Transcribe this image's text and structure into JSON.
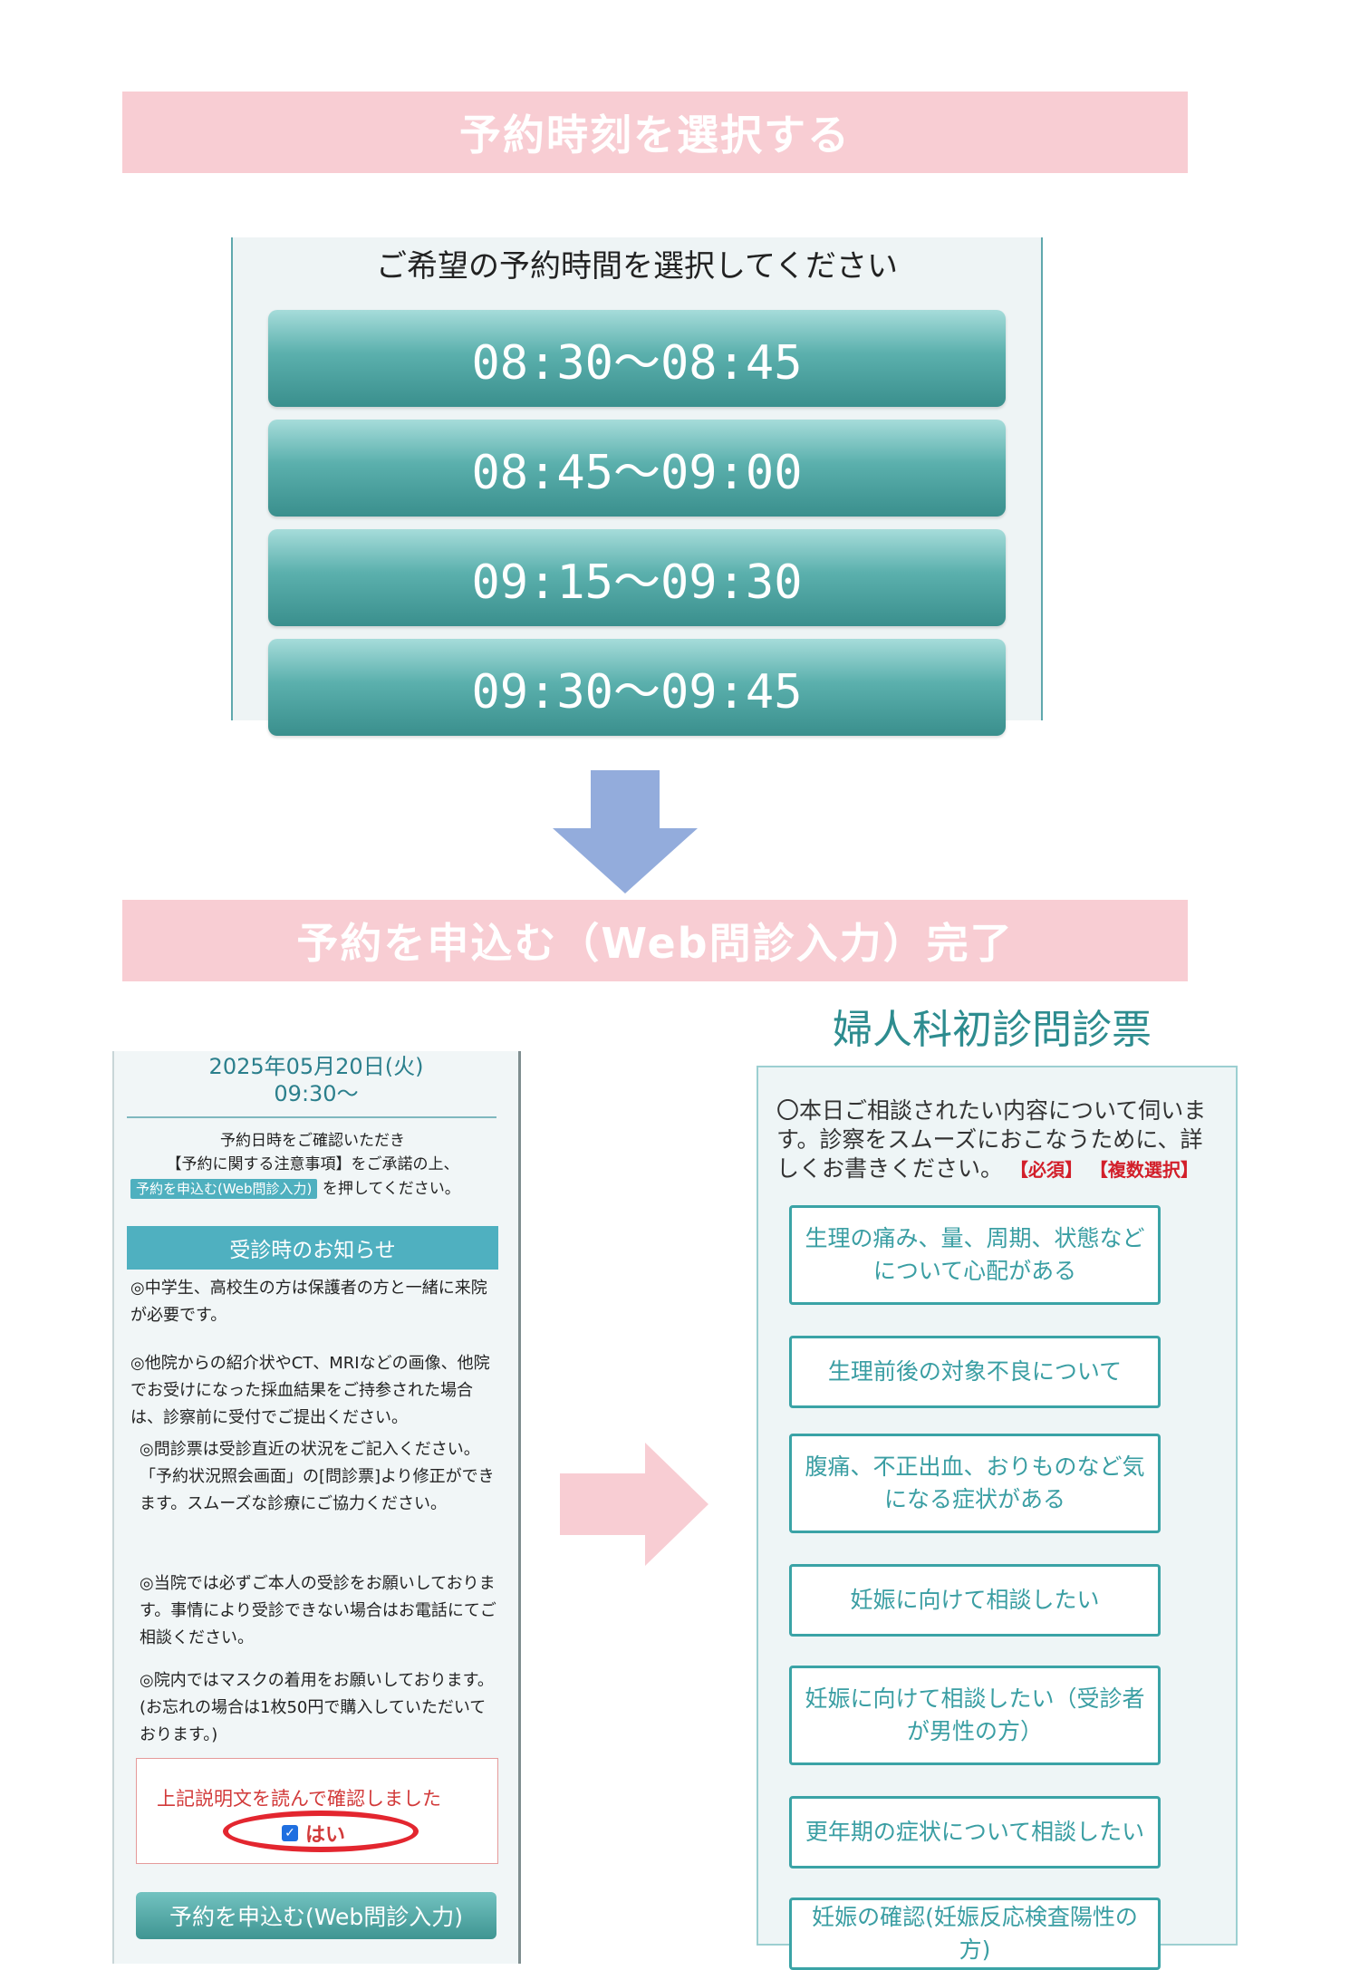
{
  "banners": {
    "select_time": "予約時刻を選択する",
    "apply_complete": "予約を申込む（Web問診入力）完了"
  },
  "time_selection": {
    "heading": "ご希望の予約時間を選択してください",
    "slots": [
      "08:30～08:45",
      "08:45～09:00",
      "09:15～09:30",
      "09:30～09:45"
    ]
  },
  "confirmation": {
    "date": "2025年05月20日(火)",
    "time": "09:30～",
    "instruction_1": "予約日時をご確認いただき",
    "instruction_2": "【予約に関する注意事項】をご承諾の上、",
    "instruction_button": "予約を申込む(Web問診入力)",
    "instruction_3": "を押してください。",
    "notice_header": "受診時のお知らせ",
    "notices": [
      "◎中学生、高校生の方は保護者の方と一緒に来院が必要です。",
      "◎他院からの紹介状やCT、MRIなどの画像、他院でお受けになった採血結果をご持参された場合は、診察前に受付でご提出ください。",
      "◎問診票は受診直近の状況をご記入ください。「予約状況照会画面」の[問診票]より修正ができます。スムーズな診療にご協力ください。",
      "◎当院では必ずご本人の受診をお願いしております。事情により受診できない場合はお電話にてご相談ください。",
      "◎院内ではマスクの着用をお願いしております。(お忘れの場合は1枚50円で購入していただいております。)"
    ],
    "confirm_label": "上記説明文を読んで確認しました",
    "yes_label": "はい",
    "submit_label": "予約を申込む(Web問診入力)"
  },
  "questionnaire": {
    "title": "婦人科初診問診票",
    "question": "〇本日ご相談されたい内容について伺います。診察をスムーズにおこなうために、詳しくお書きください。",
    "required_tag": "【必須】",
    "multi_tag": "【複数選択】",
    "options": [
      "生理の痛み、量、周期、状態などについて心配がある",
      "生理前後の対象不良について",
      "腹痛、不正出血、おりものなど気になる症状がある",
      "妊娠に向けて相談したい",
      "妊娠に向けて相談したい（受診者が男性の方）",
      "更年期の症状について相談したい",
      "妊娠の確認(妊娠反応検査陽性の方)"
    ]
  },
  "colors": {
    "banner_bg": "#f8cdd3",
    "slot_teal": "#5bb0ad",
    "down_arrow": "#93acdc",
    "right_arrow": "#f8cdd3",
    "highlight_ring": "#e3262f"
  }
}
